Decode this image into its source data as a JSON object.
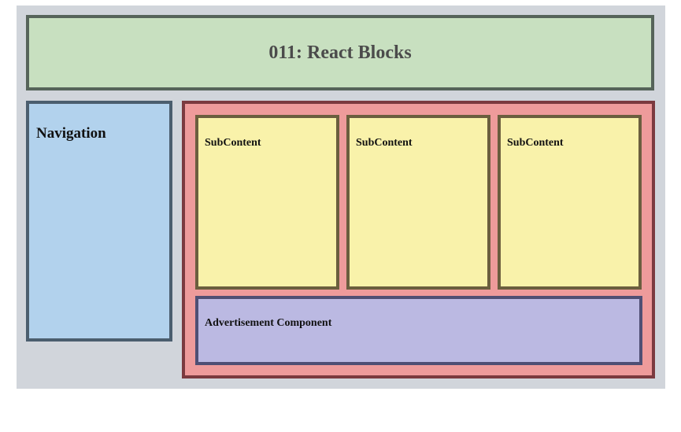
{
  "header": {
    "title": "011: React Blocks"
  },
  "navigation": {
    "label": "Navigation"
  },
  "main": {
    "subcontents": [
      {
        "label": "SubContent"
      },
      {
        "label": "SubContent"
      },
      {
        "label": "SubContent"
      }
    ],
    "advertisement": {
      "label": "Advertisement Component"
    }
  },
  "colors": {
    "background": "#d1d5db",
    "header": "#c8e0c0",
    "navigation": "#b2d2ed",
    "main": "#ee9b9b",
    "subcontent": "#f9f2aa",
    "advertisement": "#bbb9e2"
  }
}
